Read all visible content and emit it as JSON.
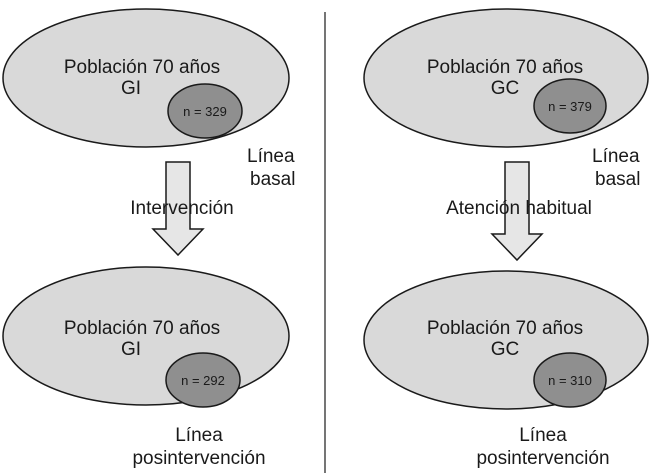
{
  "left": {
    "top": {
      "line1": "Población  70 años",
      "line2": "GI",
      "n": "n = 329"
    },
    "stage_label_top": [
      "Línea",
      "basal"
    ],
    "arrow_label": "Intervención",
    "bottom": {
      "line1": "Población  70 años",
      "line2": "GI",
      "n": "n = 292"
    },
    "stage_label_bottom": [
      "Línea",
      "posintervención"
    ]
  },
  "right": {
    "top": {
      "line1": "Población 70 años",
      "line2": "GC",
      "n": "n = 379"
    },
    "stage_label_top": [
      "Línea",
      "basal"
    ],
    "arrow_label": "Atención habitual",
    "bottom": {
      "line1": "Población 70 años",
      "line2": "GC",
      "n": "n = 310"
    },
    "stage_label_bottom": [
      "Línea",
      "posintervención"
    ]
  },
  "colors": {
    "outer_ellipse": "#d9d9d9",
    "inner_ellipse": "#8f8f8f",
    "arrow": "#e6e6e6",
    "stroke": "#1a1a1a"
  }
}
